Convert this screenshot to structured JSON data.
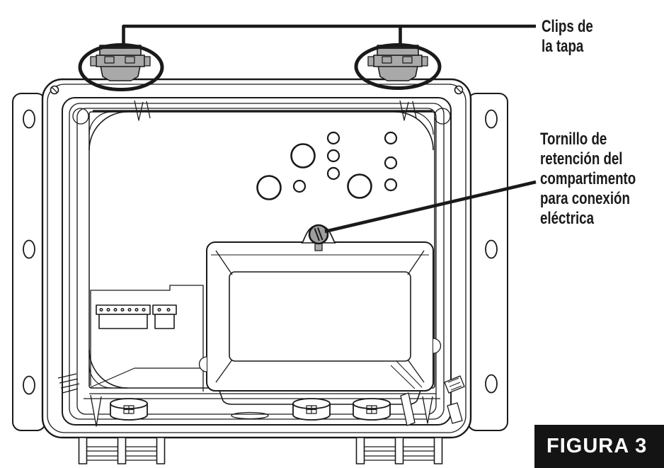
{
  "figure_badge": {
    "label": "FIGURA 3"
  },
  "annotations": {
    "clips": {
      "lines": [
        "Clips de",
        "la tapa"
      ]
    },
    "retention_screw": {
      "lines": [
        "Tornillo de",
        "retención del",
        "compartimento",
        "para conexión",
        "eléctrica"
      ]
    }
  },
  "colors": {
    "line": "#1a1a1a",
    "clip_fill": "#a9a9a9",
    "screw_fill": "#9e9e9e",
    "badge_background": "#141414",
    "badge_text": "#ffffff",
    "background": "#ffffff"
  }
}
